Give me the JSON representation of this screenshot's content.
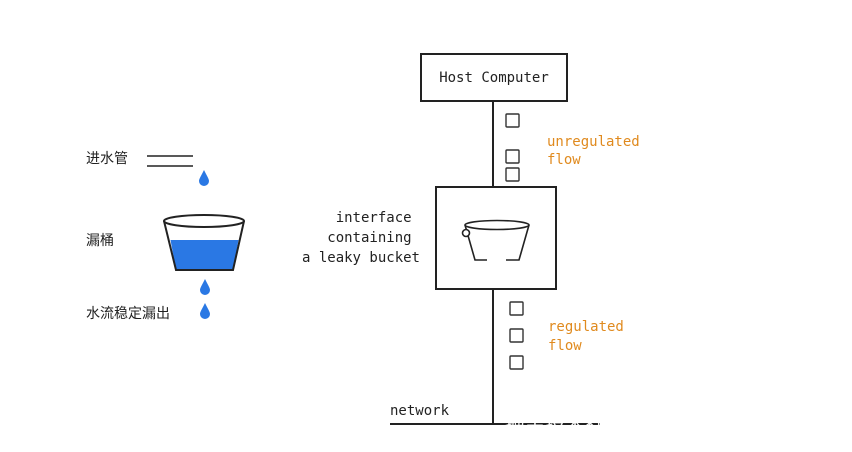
{
  "left_panel": {
    "inlet_label": "进水管",
    "bucket_label": "漏桶",
    "outflow_label": "水流稳定漏出",
    "water_color": "#2a78e4",
    "drop_color": "#2a78e4"
  },
  "right_panel": {
    "host_label": "Host Computer",
    "interface_label_lines": [
      "interface",
      "containing",
      "a leaky bucket"
    ],
    "unregulated_label_lines": [
      "unregulated",
      "flow"
    ],
    "regulated_label_lines": [
      "regulated",
      "flow"
    ],
    "network_label": "network",
    "flow_label_color": "#e08a1e"
  },
  "watermark": "掘金技术社区 @ Ibuprofen_xxx"
}
